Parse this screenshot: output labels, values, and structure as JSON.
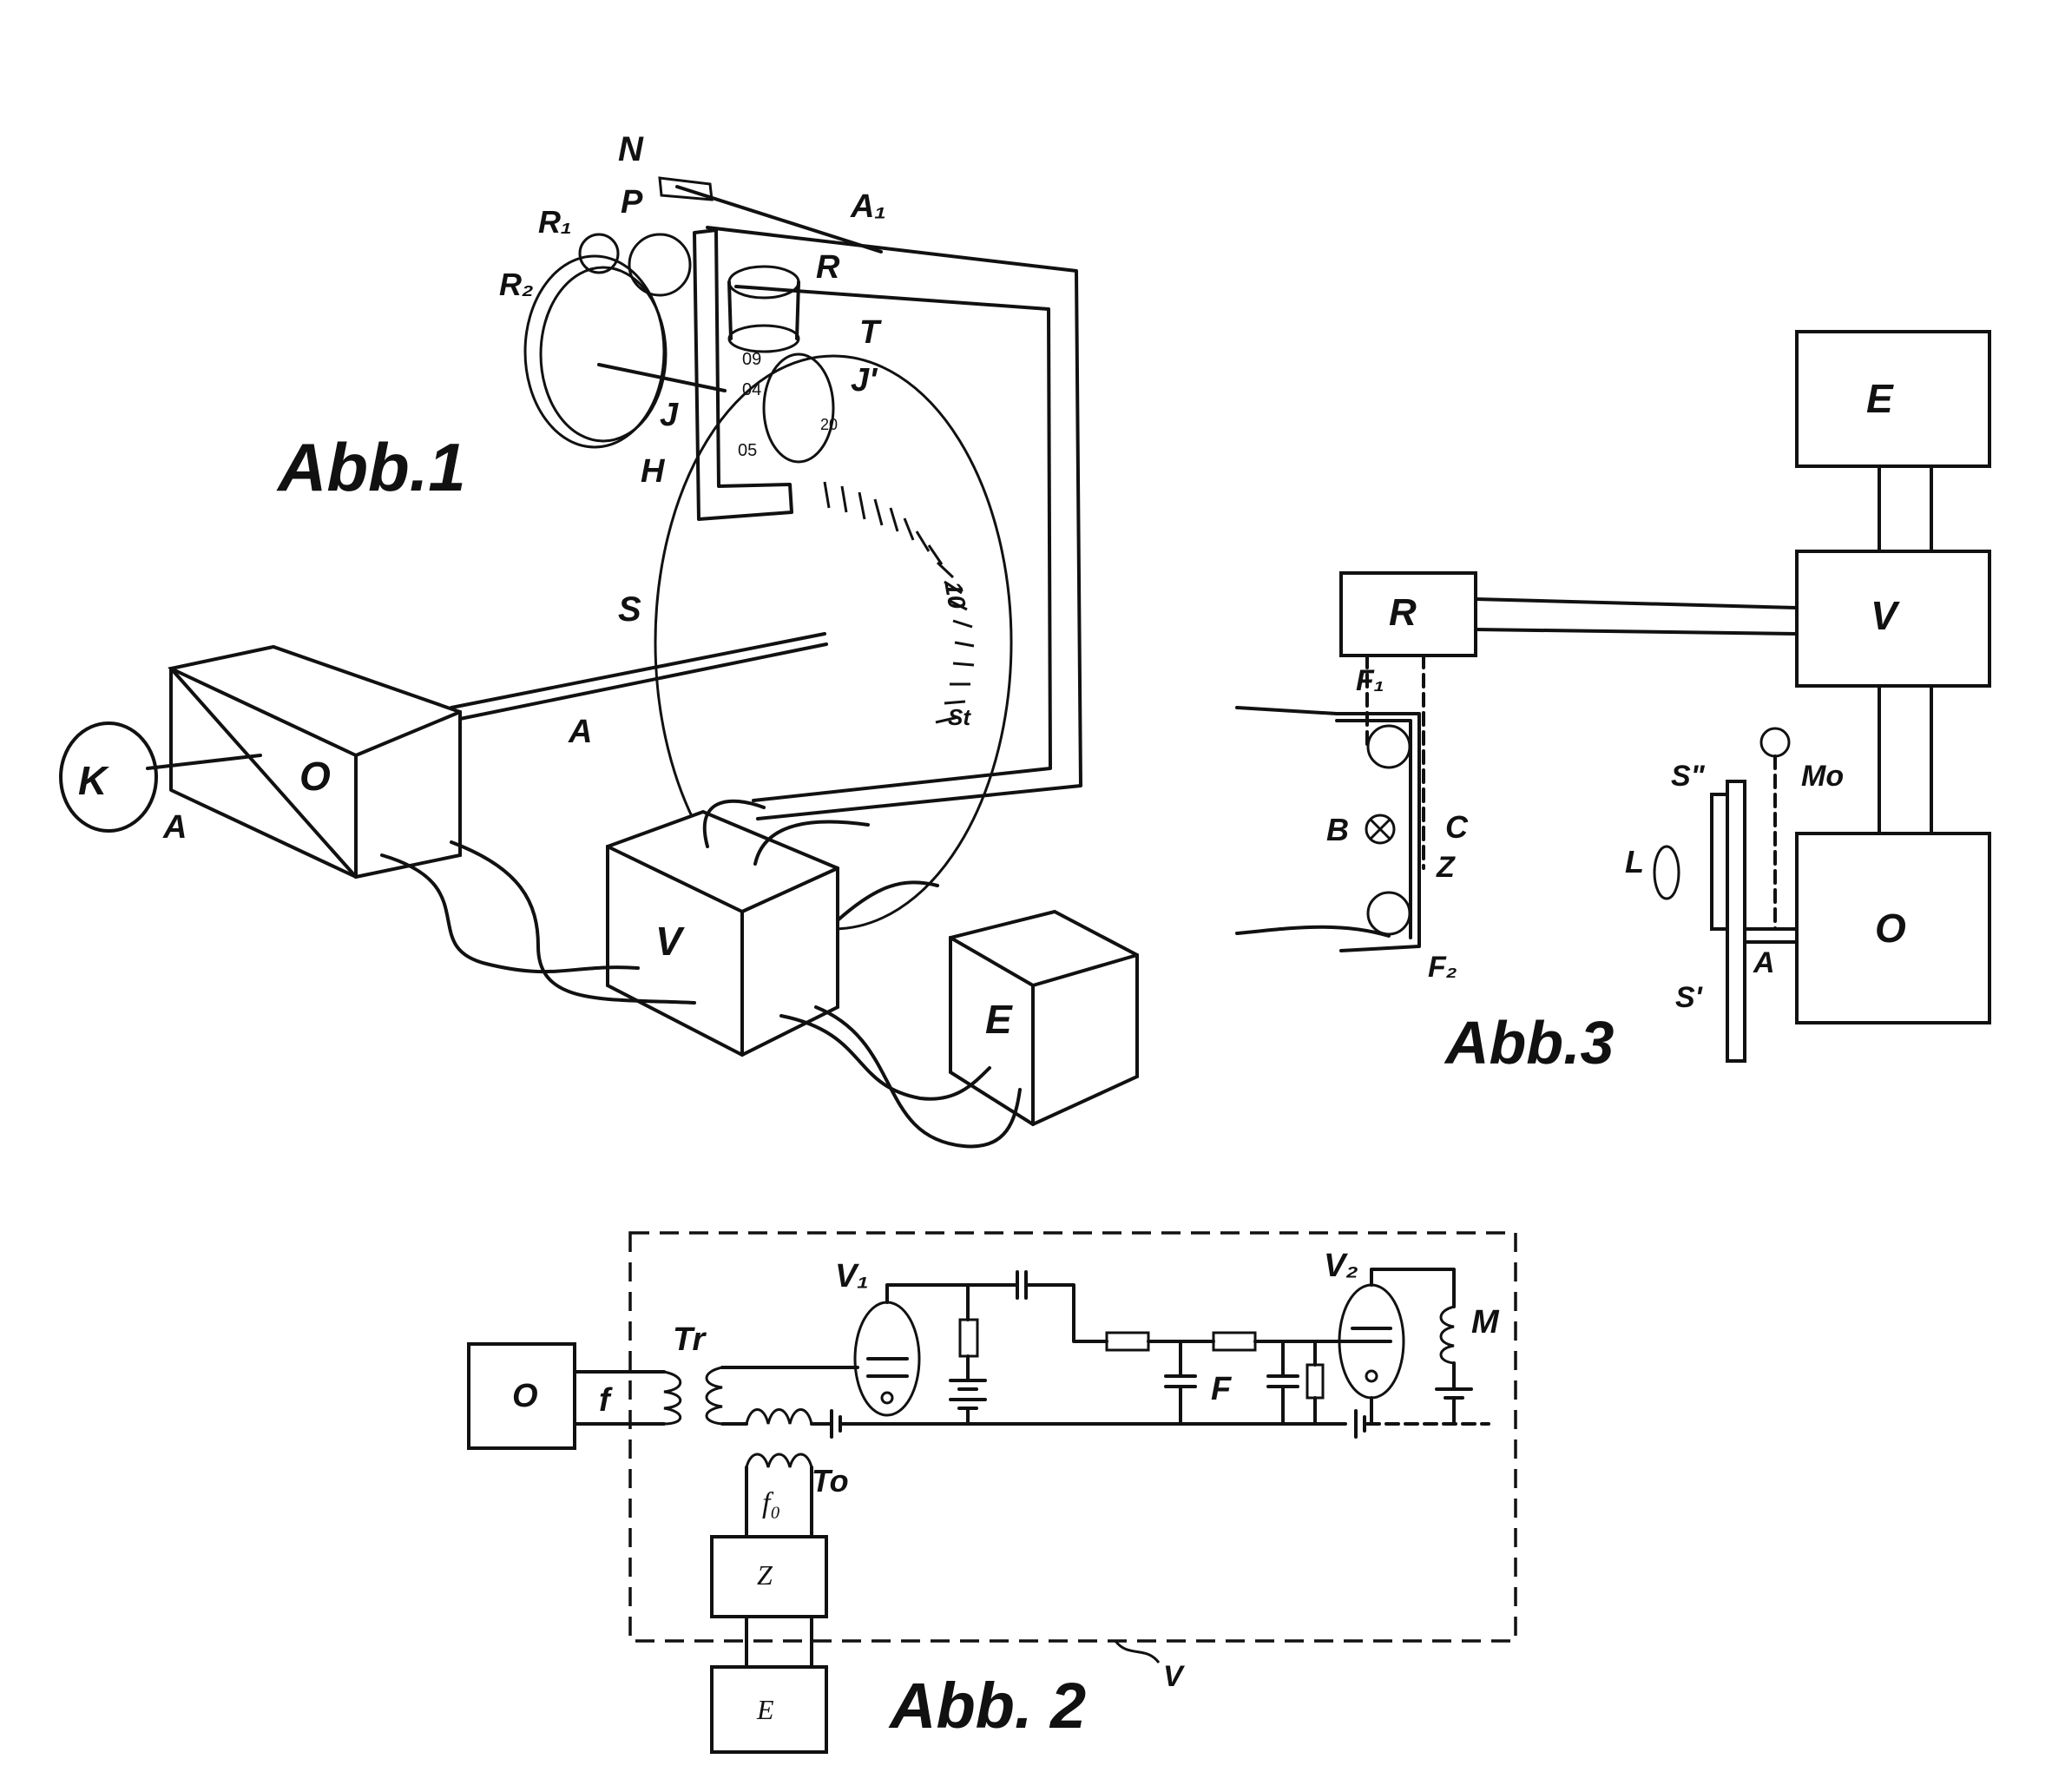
{
  "figures": {
    "fig1": {
      "caption": "Abb.1",
      "labels": {
        "N": "N",
        "P": "P",
        "R1": "R₁",
        "R2": "R₂",
        "A1": "A₁",
        "R": "R",
        "T": "T",
        "J": "J",
        "J1": "J'",
        "H": "H",
        "S": "S",
        "A_arm": "A",
        "St": "St",
        "K": "K",
        "A_shaft": "A",
        "O": "O",
        "V": "V",
        "E": "E",
        "scale_10": "10"
      },
      "drum_digits": [
        "09",
        "04",
        "20",
        "05"
      ]
    },
    "fig2": {
      "caption": "Abb. 2",
      "labels": {
        "O": "O",
        "f": "f",
        "Tr": "Tr",
        "To": "To",
        "fo": "f₀",
        "Z": "Z",
        "E": "E",
        "V1": "V₁",
        "V2": "V₂",
        "F": "F",
        "M": "M",
        "V": "V"
      }
    },
    "fig3": {
      "caption": "Abb.3",
      "labels": {
        "E": "E",
        "V": "V",
        "R": "R",
        "O": "O",
        "F1": "F₁",
        "F2": "F₂",
        "B": "B",
        "C": "C",
        "Z": "Z",
        "S2": "S\"",
        "S1": "S'",
        "Mo": "Mo",
        "L": "L",
        "A": "A"
      }
    }
  }
}
